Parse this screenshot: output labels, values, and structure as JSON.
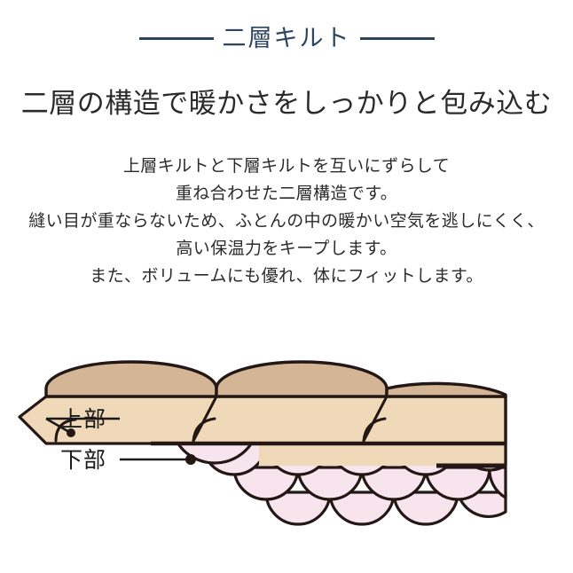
{
  "title": {
    "text": "二層キルト",
    "rule_color": "#2e4258",
    "text_color": "#2d4560"
  },
  "headline": {
    "text": "二層の構造で暖かさをしっかりと包み込む"
  },
  "body": {
    "lines": [
      "上層キルトと下層キルトを互いにずらして",
      "重ね合わせた二層構造です。",
      "縫い目が重ならないため、ふとんの中の暖かい空気を逃しにくく、",
      "高い保温力をキープします。",
      "また、ボリュームにも優れ、体にフィットします。"
    ]
  },
  "diagram": {
    "labels": {
      "upper": "上部",
      "lower": "下部"
    },
    "colors": {
      "upper_puff": "#d4b595",
      "upper_band": "#f0d9b8",
      "lower_puff": "#f7e4ec",
      "lower_puff_shade": "#f0d5e0",
      "outline": "#231815",
      "leader": "#1a1a1a"
    }
  }
}
